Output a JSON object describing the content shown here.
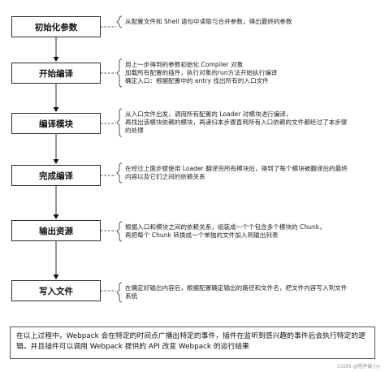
{
  "steps": [
    {
      "label": "初始化参数",
      "desc": [
        "从配置文件和 Shell 语句中读取与合并参数，得出最终的参数"
      ]
    },
    {
      "label": "开始编译",
      "desc": [
        "用上一步得到的参数初始化 Compiler 对象",
        "加载所有配置的插件，执行对象的run方法开始执行编译",
        "确定入口：根据配置中的 entry 找出所有的入口文件"
      ]
    },
    {
      "label": "编译模块",
      "desc": [
        "从入口文件出发，调用所有配置的 Loader 对模块进行编译，",
        "再找出该模块依赖的模块，再递归本步骤直到所有入口依赖的文件都经过了本步骤",
        "的处理"
      ]
    },
    {
      "label": "完成编译",
      "desc": [
        "在经过上面步骤使用 Loader 翻译完所有模块后，得到了每个模块被翻译后的最终",
        "内容以及它们之间的依赖关系"
      ]
    },
    {
      "label": "输出资源",
      "desc": [
        "根据入口和模块之间的依赖关系，组装成一个个包含多个模块的 Chunk，",
        "再把每个 Chunk 转换成一个单独的文件加入到输出列表"
      ]
    },
    {
      "label": "写入文件",
      "desc": [
        "在确定好输出内容后，根据配置确定输出的路径和文件名，把文件内容写入到文件",
        "系统"
      ]
    }
  ],
  "summary": "在以上过程中，Webpack 会在特定的时间点广播出特定的事件，插件在监听到感兴趣的事件后会执行特定的逻辑，并且插件可以调用 Webpack 提供的 API 改变 Webpack 的运行结果",
  "watermark": "CSDN @程序媛小y",
  "colors": {
    "line": "#2b2b2b",
    "arrow": "#111111"
  }
}
